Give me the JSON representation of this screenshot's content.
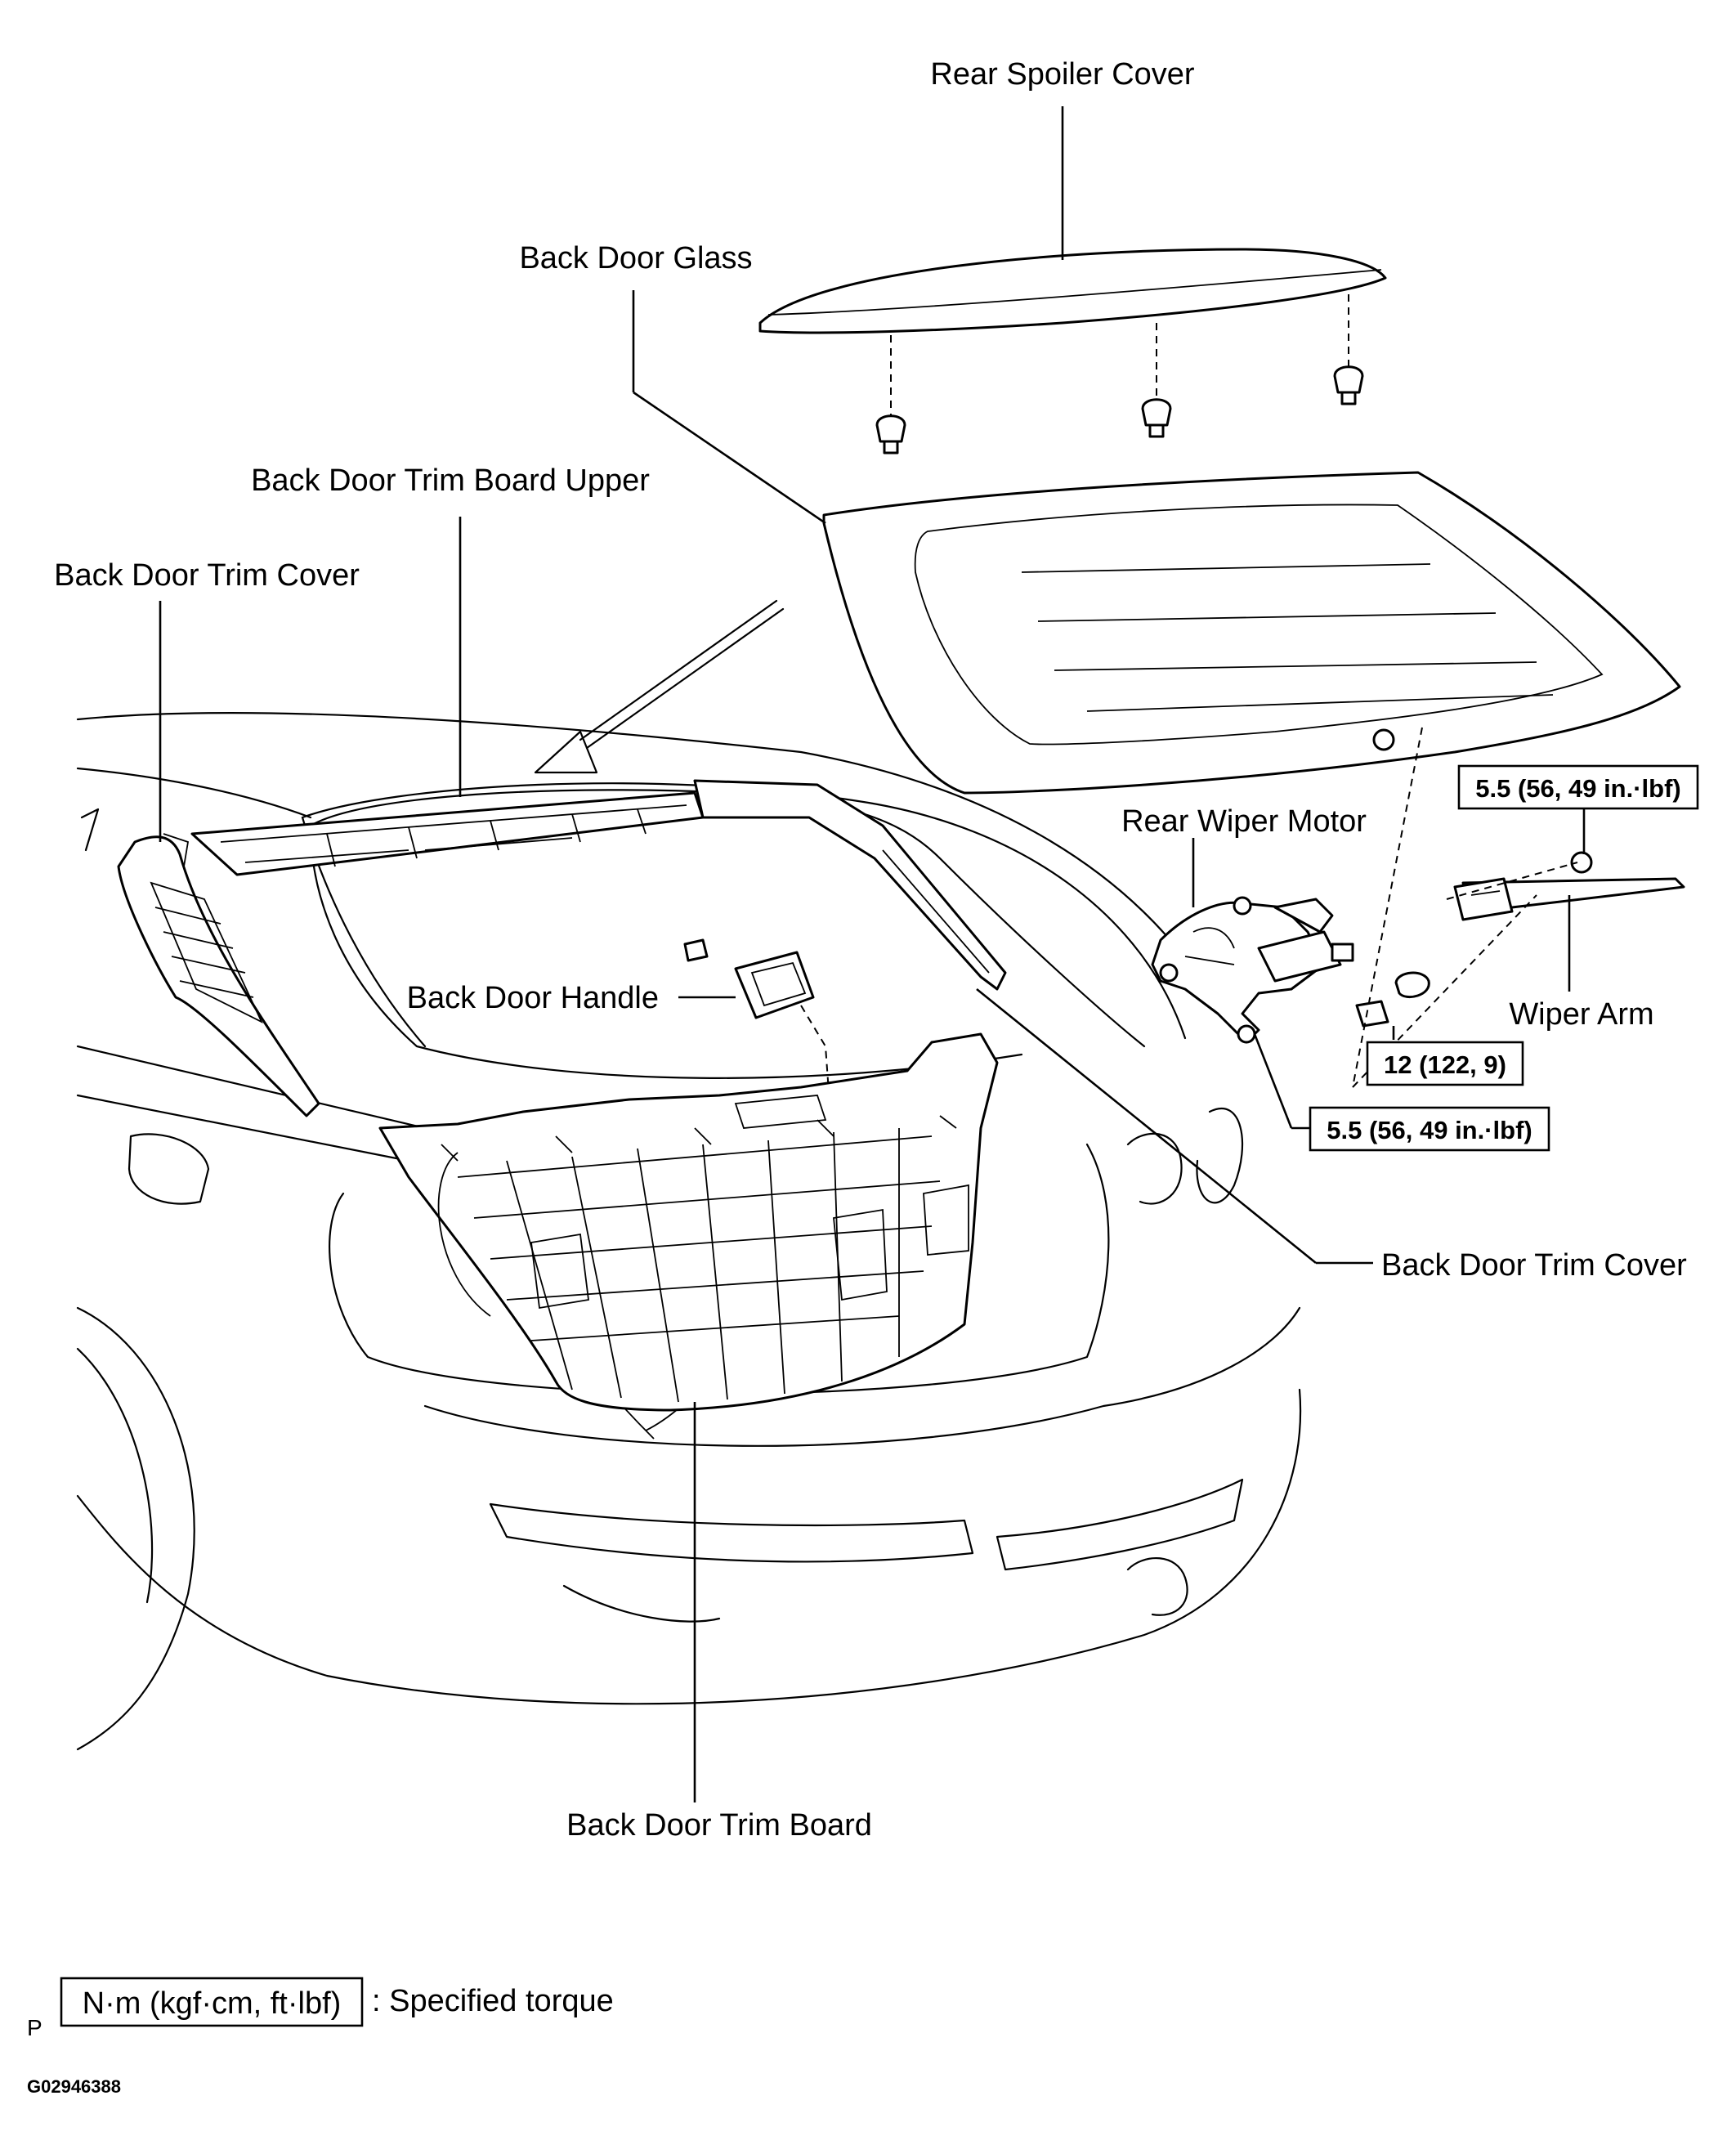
{
  "labels": {
    "rear_spoiler_cover": "Rear Spoiler Cover",
    "back_door_glass": "Back Door Glass",
    "back_door_trim_board_upper": "Back Door Trim Board Upper",
    "back_door_trim_cover_left": "Back Door Trim Cover",
    "rear_wiper_motor": "Rear Wiper Motor",
    "back_door_handle": "Back Door Handle",
    "wiper_arm": "Wiper Arm",
    "back_door_trim_cover_right": "Back Door Trim Cover",
    "back_door_trim_board": "Back Door Trim Board"
  },
  "torques": {
    "wiper_arm_nut": "5.5 (56, 49 in.·lbf)",
    "wiper_pivot_nut": "12 (122, 9)",
    "wiper_motor_bolt": "5.5 (56, 49 in.·lbf)"
  },
  "legend": {
    "unit_box": "N·m (kgf·cm, ft·lbf)",
    "description": ": Specified torque",
    "side_mark": "P"
  },
  "figure_id": "G02946388"
}
